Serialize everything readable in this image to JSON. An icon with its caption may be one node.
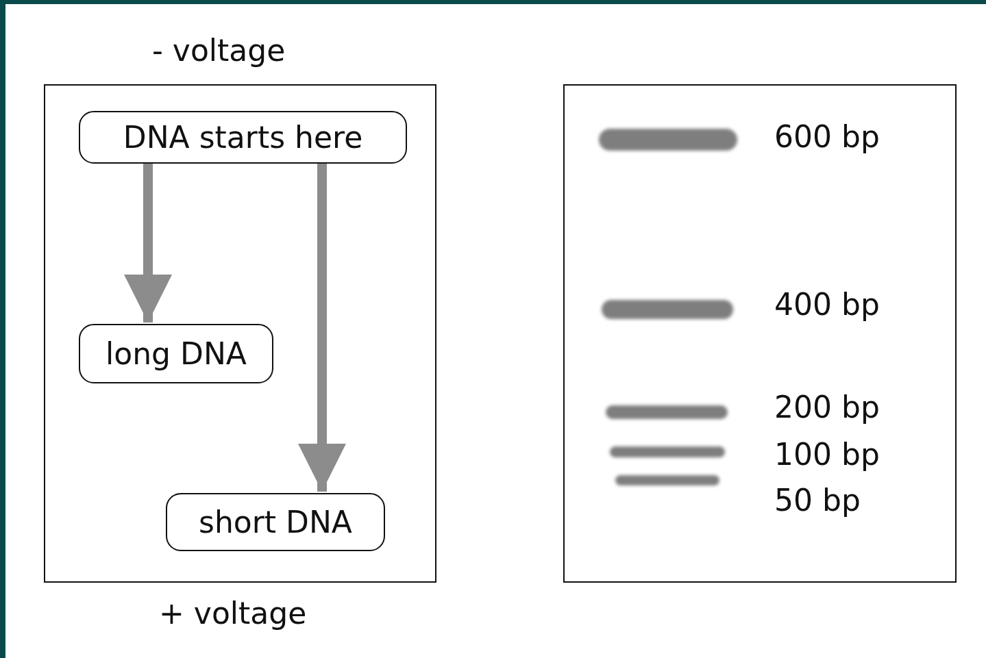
{
  "diagram": {
    "nodes": [
      {
        "text": [],
        "shape": "box"
      },
      {
        "text": [
          "DNA starts here"
        ],
        "in": 0
      },
      {
        "text": [
          "long DNA"
        ],
        "in": 0
      },
      {
        "text": [
          "short DNA"
        ],
        "in": 0
      },
      {
        "text": [],
        "shape": "box"
      },
      {
        "text": [],
        "shape": "bar",
        "in": 4,
        "beside": [
          "600 bp"
        ]
      },
      {
        "text": [],
        "shape": "bar",
        "in": 4,
        "beside": [
          "400 bp"
        ]
      },
      {
        "text": [],
        "shape": "bar",
        "in": 4,
        "beside": [
          "200 bp"
        ]
      },
      {
        "text": [],
        "shape": "bar",
        "in": 4,
        "beside": [
          "100 bp"
        ]
      },
      {
        "text": [],
        "shape": "bar",
        "in": 4,
        "beside": [
          "50 bp"
        ]
      }
    ],
    "edges": [
      {
        "from": 1,
        "to": 2,
        "arrow": "to",
        "color": "#8c8c8c"
      },
      {
        "from": 1,
        "to": 3,
        "arrow": "to",
        "color": "#8c8c8c"
      }
    ],
    "labels": [
      "- voltage",
      "+ voltage"
    ]
  }
}
